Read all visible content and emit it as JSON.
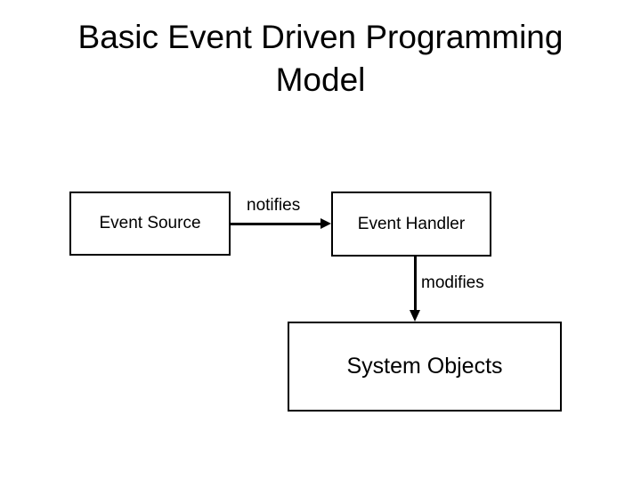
{
  "slide": {
    "title_line1": "Basic Event Driven Programming",
    "title_line2": "Model",
    "background_color": "#ffffff",
    "text_color": "#000000",
    "border_color": "#000000"
  },
  "diagram": {
    "nodes": [
      {
        "id": "event-source",
        "label": "Event Source"
      },
      {
        "id": "event-handler",
        "label": "Event Handler"
      },
      {
        "id": "system-objects",
        "label": "System Objects"
      }
    ],
    "edges": [
      {
        "from": "event-source",
        "to": "event-handler",
        "label": "notifies",
        "direction": "right"
      },
      {
        "from": "event-handler",
        "to": "system-objects",
        "label": "modifies",
        "direction": "down"
      }
    ]
  }
}
